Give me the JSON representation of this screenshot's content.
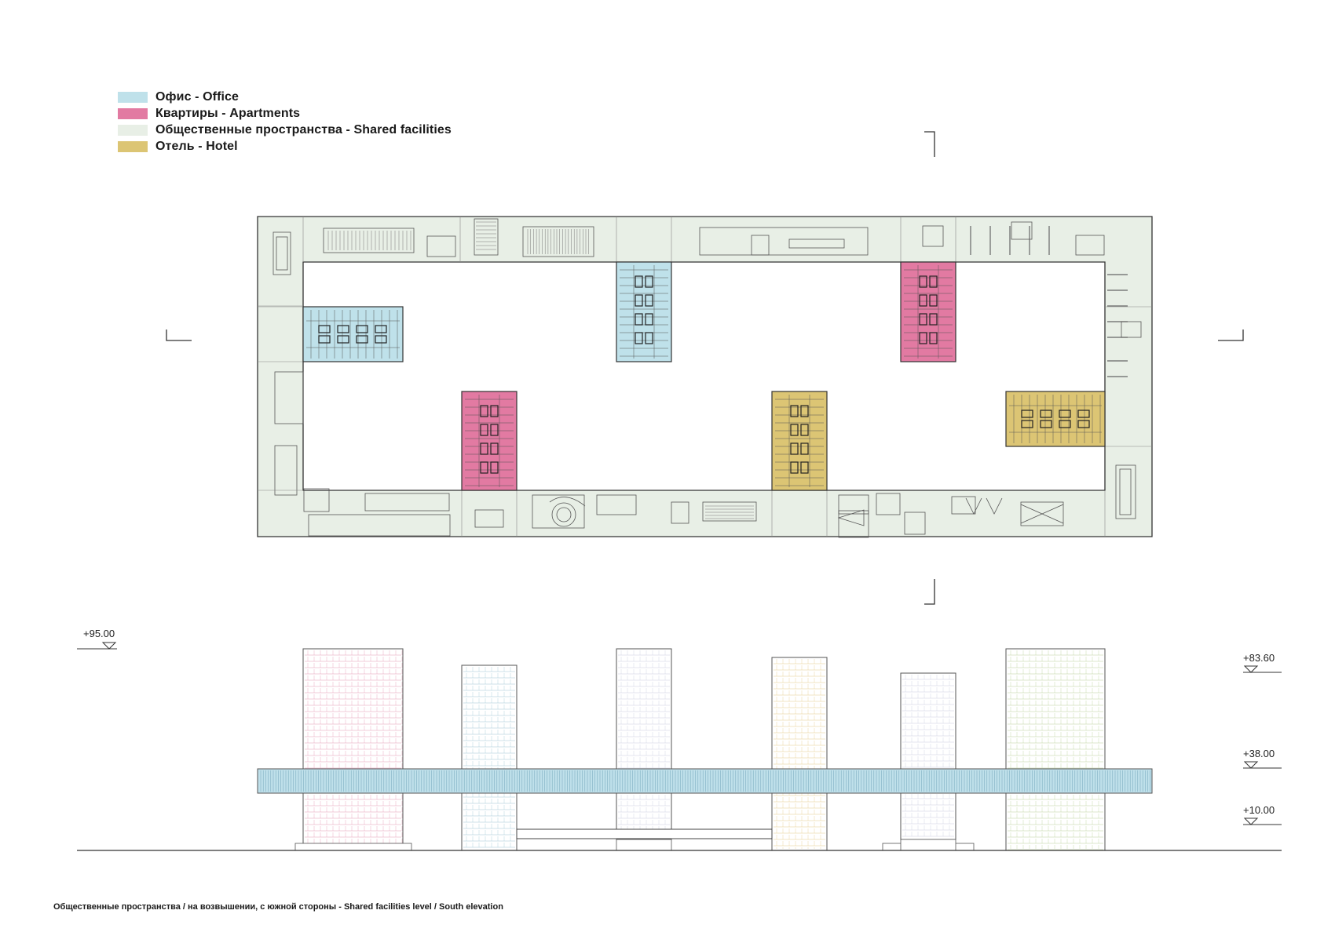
{
  "colors": {
    "office": "#bfe1ea",
    "apartments": "#e27aa2",
    "shared": "#e8efe6",
    "hotel": "#dcc574",
    "line": "#333333",
    "shared_facade": "#bfe0ea",
    "office_facade": "#9fc6d6",
    "apartment_facade": "#e59ab5",
    "hotel_facade": "#e6cc8a",
    "green_facade": "#b9cf9b",
    "grey_facade": "#c9cde0"
  },
  "legend": {
    "items": [
      {
        "key": "office",
        "label": "Офис - Office"
      },
      {
        "key": "apartments",
        "label": "Квартиры - Apartments"
      },
      {
        "key": "shared",
        "label": "Общественные пространства - Shared facilities"
      },
      {
        "key": "hotel",
        "label": "Отель - Hotel"
      }
    ]
  },
  "elevation": {
    "levels": {
      "left_top": "+95.00",
      "right_top": "+83.60",
      "right_mid": "+38.00",
      "right_low": "+10.00"
    }
  },
  "caption": "Общественные пространства / на возвышении, с южной стороны - Shared facilities level / South elevation"
}
